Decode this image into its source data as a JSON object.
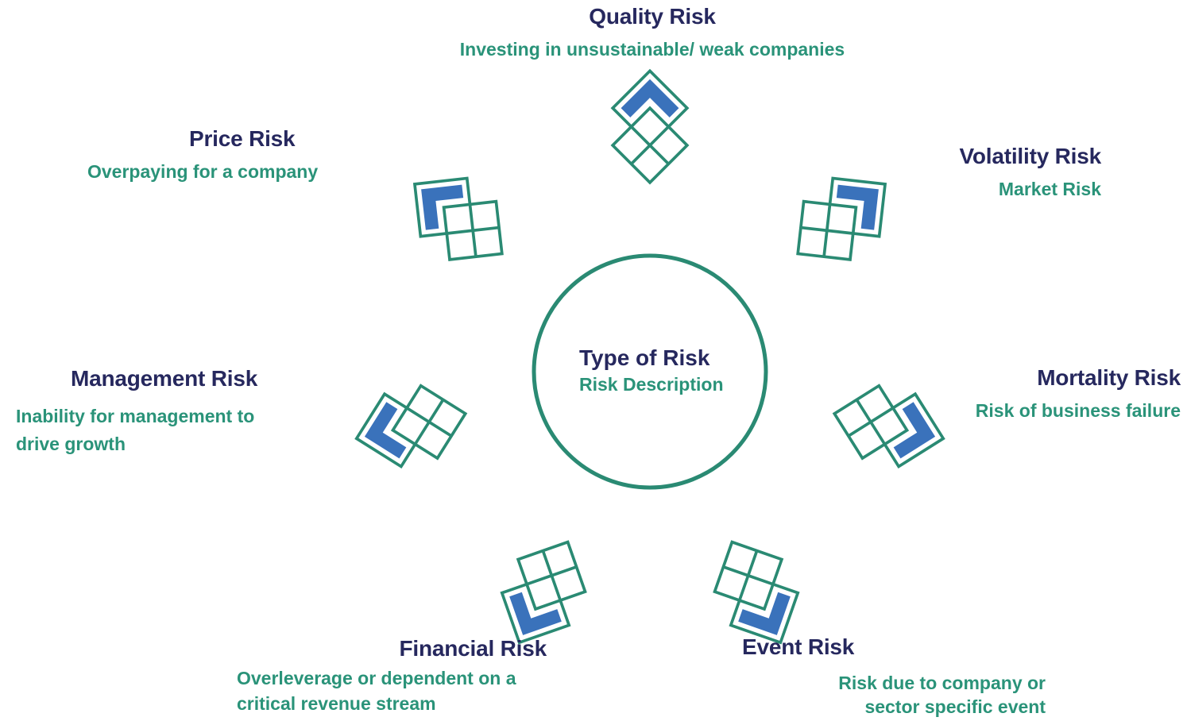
{
  "center": {
    "title": "Type of Risk",
    "description": "Risk Description"
  },
  "risks": [
    {
      "id": "quality",
      "title": "Quality Risk",
      "description": "Investing in unsustainable/ weak companies"
    },
    {
      "id": "volatility",
      "title": "Volatility Risk",
      "description": "Market Risk"
    },
    {
      "id": "mortality",
      "title": "Mortality Risk",
      "description": "Risk of business failure"
    },
    {
      "id": "event",
      "title": "Event Risk",
      "description": [
        "Risk due to company or",
        "sector specific event"
      ]
    },
    {
      "id": "financial",
      "title": "Financial Risk",
      "description": [
        "Overleverage or dependent on a",
        "critical revenue stream"
      ]
    },
    {
      "id": "management",
      "title": "Management Risk",
      "description": [
        "Inability for management to",
        "drive growth"
      ]
    },
    {
      "id": "price",
      "title": "Price Risk",
      "description": "Overpaying for a company"
    }
  ],
  "colors": {
    "outline": "#2a8a73",
    "fill": "#3a72bb",
    "title": "#26285e",
    "description": "#2a9379"
  },
  "icon": "risk-grid-icon"
}
